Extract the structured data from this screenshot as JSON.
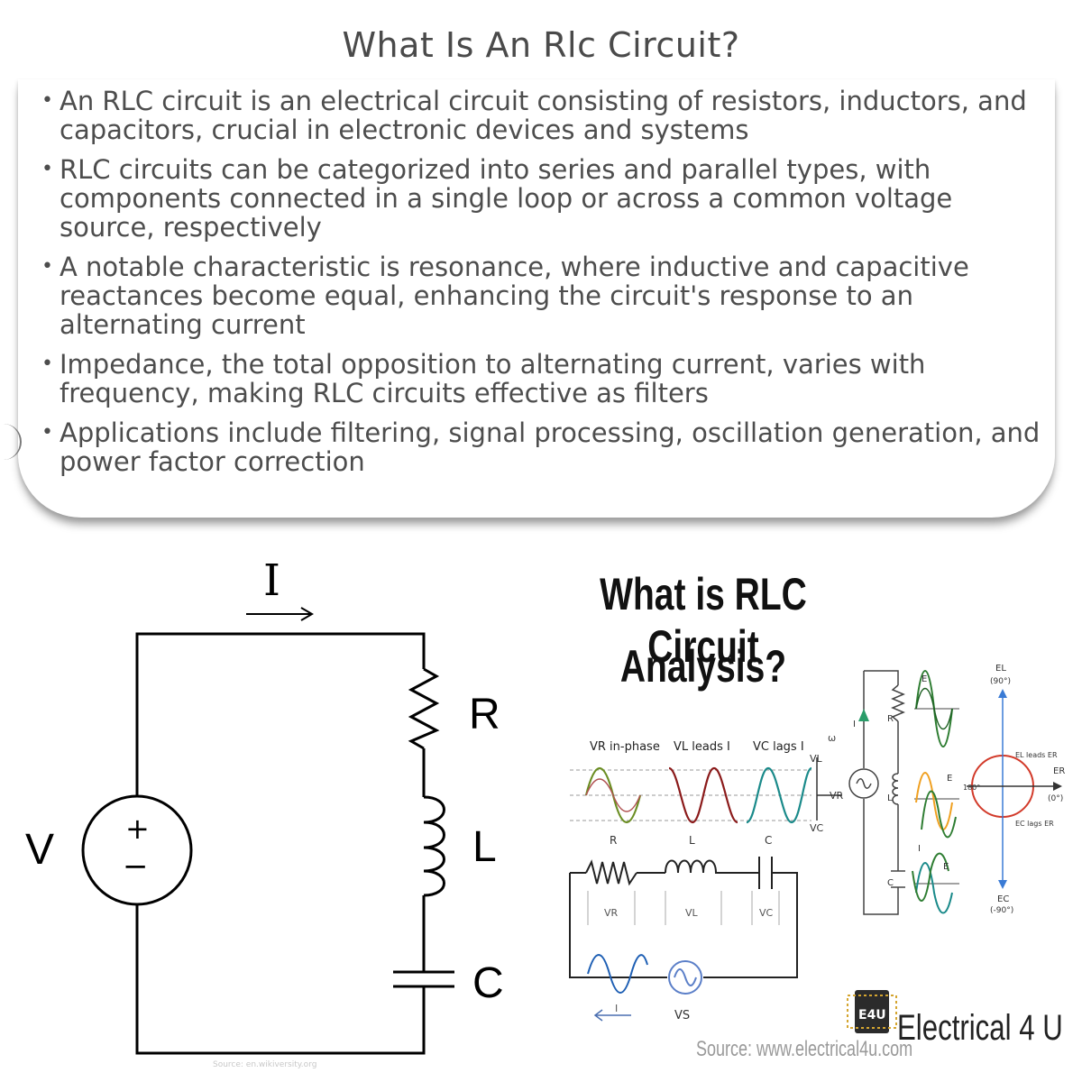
{
  "page": {
    "title": "What Is An Rlc Circuit?"
  },
  "bullets": [
    "An RLC circuit is an electrical circuit consisting of resistors, inductors, and capacitors, crucial in electronic devices and systems",
    "RLC circuits can be categorized into series and parallel types, with components connected in a single loop or across a common voltage source, respectively",
    "A notable characteristic is resonance, where inductive and capacitive reactances become equal, enhancing the circuit's response to an alternating current",
    "Impedance, the total opposition to alternating current, varies with frequency, making RLC circuits effective as filters",
    "Applications include filtering, signal processing, oscillation generation, and power factor correction"
  ],
  "left_diagram": {
    "current_label": "I",
    "resistor_label": "R",
    "inductor_label": "L",
    "capacitor_label": "C",
    "source_label": "V",
    "plus_sign": "+",
    "minus_sign": "−",
    "source_credit": "Source: en.wikiversity.org"
  },
  "right_image": {
    "title_line1": "What is RLC Circuit",
    "title_line2": "Analysis?",
    "waves": {
      "vr_label": "VR in-phase",
      "vl_label": "VL leads I",
      "vc_label": "VC lags I",
      "v_l": "VL",
      "v_r": "VR",
      "v_c": "VC",
      "omega": "ω"
    },
    "series": {
      "r": "R",
      "l": "L",
      "c": "C",
      "vr": "VR",
      "vl": "VL",
      "vc": "VC",
      "i": "I",
      "vs": "VS"
    },
    "phasor": {
      "el": "EL",
      "el_angle": "(90°)",
      "ec": "EC",
      "ec_angle": "(-90°)",
      "er": "ER",
      "er_angle": "(0°)",
      "angle_180": "180°",
      "el_leads": "EL leads ER",
      "ec_lags": "EC lags ER"
    },
    "small_circuit": {
      "e": "E",
      "i": "I",
      "r": "R",
      "l": "L",
      "c": "C"
    },
    "logo_text": "E4U",
    "brand": "Electrical 4 U",
    "source": "Source: www.electrical4u.com"
  },
  "colors": {
    "wave_green": "#6b8e23",
    "wave_red": "#8b1a1a",
    "wave_teal": "#1a8a8a",
    "wave_blue": "#1e5fb4",
    "phasor_red": "#d23a2a",
    "phasor_blue": "#3a7bd5",
    "orange": "#f0a020"
  }
}
